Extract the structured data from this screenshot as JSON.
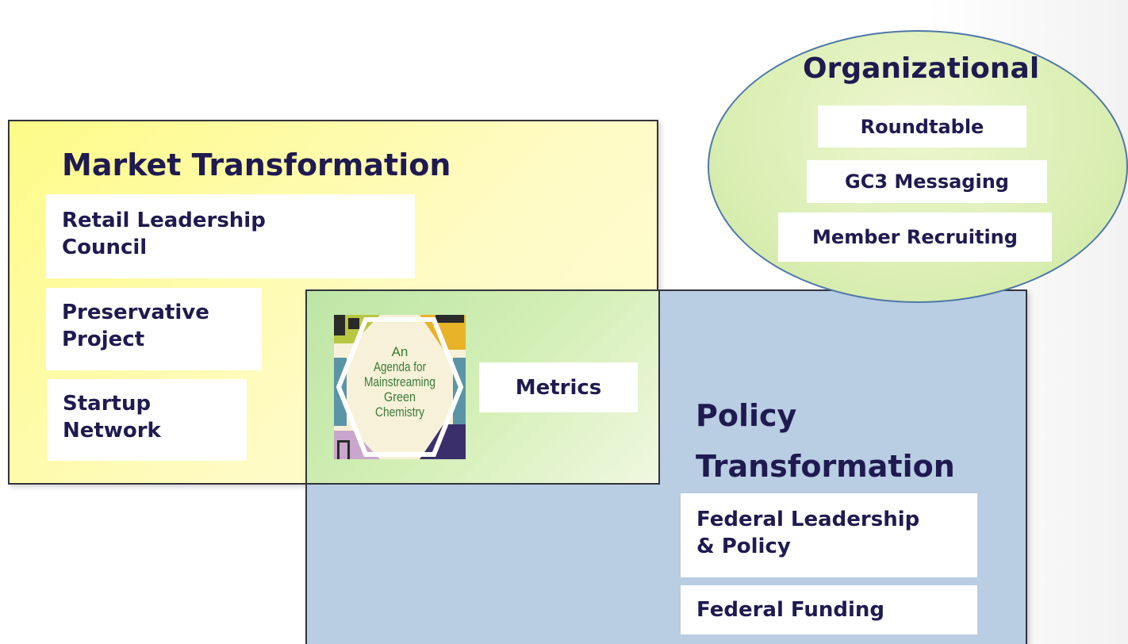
{
  "market": {
    "title": "Market Transformation",
    "items": [
      [
        "Retail Leadership",
        "Council"
      ],
      [
        "Preservative",
        "Project"
      ],
      [
        "Startup",
        "Network"
      ]
    ]
  },
  "organizational": {
    "title": "Organizational",
    "items": [
      "Roundtable",
      "GC3 Messaging",
      "Member Recruiting"
    ]
  },
  "policy": {
    "title": [
      "Policy",
      "Transformation"
    ],
    "items": [
      [
        "Federal Leadership",
        "& Policy"
      ],
      [
        "Federal Funding"
      ]
    ]
  },
  "overlap": {
    "metrics_label": "Metrics",
    "cover_lines": [
      "An",
      "Agenda for",
      "Mainstreaming",
      "Green",
      "Chemistry"
    ]
  },
  "colors": {
    "market_fill": "#fdfb87",
    "policy_fill": "#b9cde3",
    "overlap_fill": "#bde5a6",
    "org_fill": "#dbefb4",
    "org_border": "#4f78a8",
    "text": "#1f1a4f",
    "cover_yellow": "#e8b329",
    "cover_teal": "#5b94a6",
    "cover_lime": "#b8c641",
    "cover_purple": "#3a2f6b",
    "cover_lavender": "#c9a6cc",
    "cover_text": "#3a7a3a"
  }
}
